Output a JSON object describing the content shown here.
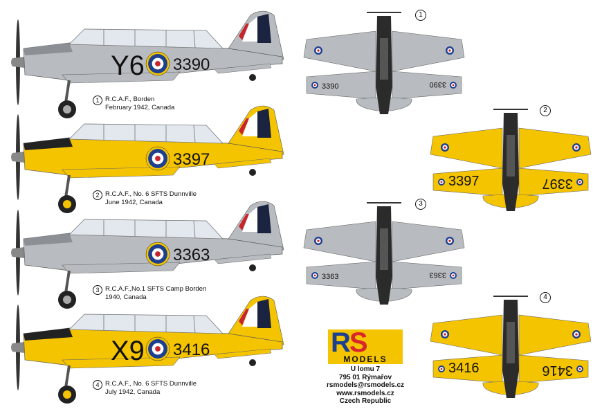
{
  "colors": {
    "grey": "#b8bcc0",
    "yellow": "#f5c400",
    "dark": "#2b2b2b",
    "roundel_blue": "#1d3f8f",
    "roundel_red": "#c8242b",
    "roundel_yellow": "#f5c400"
  },
  "profiles": [
    {
      "number": "1",
      "code": "Y6",
      "serial": "3390",
      "color": "grey",
      "caption": [
        "R.C.A.F., Borden",
        "February 1942, Canada"
      ]
    },
    {
      "number": "2",
      "code": "",
      "serial": "3397",
      "color": "yellow",
      "caption": [
        "R.C.A.F., No. 6 SFTS Dunnville",
        "June 1942, Canada"
      ]
    },
    {
      "number": "3",
      "code": "",
      "serial": "3363",
      "color": "grey",
      "caption": [
        "R.C.A.F.,No.1 SFTS Camp Borden",
        "1940, Canada"
      ]
    },
    {
      "number": "4",
      "code": "X9",
      "serial": "3416",
      "color": "yellow",
      "caption": [
        "R.C.A.F., No. 6 SFTS Dunnville",
        "July 1942, Canada"
      ]
    }
  ],
  "logo": {
    "r": "R",
    "s": "S",
    "models": "MODELS"
  },
  "address": [
    "U lomu 7",
    "795 01 Rýmařov",
    "rsmodels@rsmodels.cz",
    "www.rsmodels.cz",
    "Czech Republic"
  ]
}
